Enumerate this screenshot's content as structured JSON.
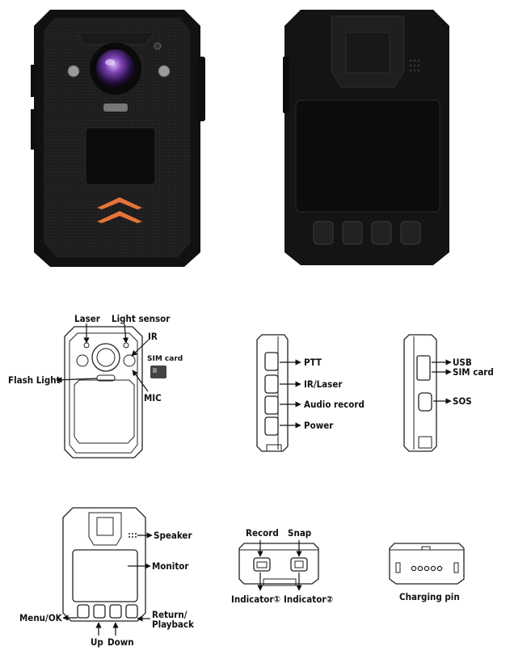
{
  "front_photo": {
    "colors": {
      "body": "#1c1c1c",
      "stripe": "#e8733a",
      "lens": "#7a3fb0"
    }
  },
  "back_photo": {
    "colors": {
      "body": "#1a1a1a",
      "screen": "#0c0c0c"
    }
  },
  "front_diagram": {
    "labels": {
      "laser": "Laser",
      "light_sensor": "Light sensor",
      "ir": "IR",
      "sim_card": "SIM card",
      "flash_light": "Flash Light",
      "mic": "MIC"
    }
  },
  "left_side_diagram": {
    "labels": {
      "ptt": "PTT",
      "ir_laser": "IR/Laser",
      "audio_record": "Audio record",
      "power": "Power"
    }
  },
  "right_side_diagram": {
    "labels": {
      "usb": "USB",
      "sim_card": "SIM card",
      "sos": "SOS"
    }
  },
  "back_diagram": {
    "labels": {
      "speaker": "Speaker",
      "monitor": "Monitor",
      "menu_ok": "Menu/OK",
      "return": "Return/",
      "playback": "Playback",
      "up": "Up",
      "down": "Down"
    }
  },
  "top_diagram": {
    "labels": {
      "record": "Record",
      "snap": "Snap",
      "indicator_1": "Indicator①",
      "indicator_2": "Indicator②"
    }
  },
  "bottom_diagram": {
    "labels": {
      "charging_pin": "Charging pin"
    }
  }
}
